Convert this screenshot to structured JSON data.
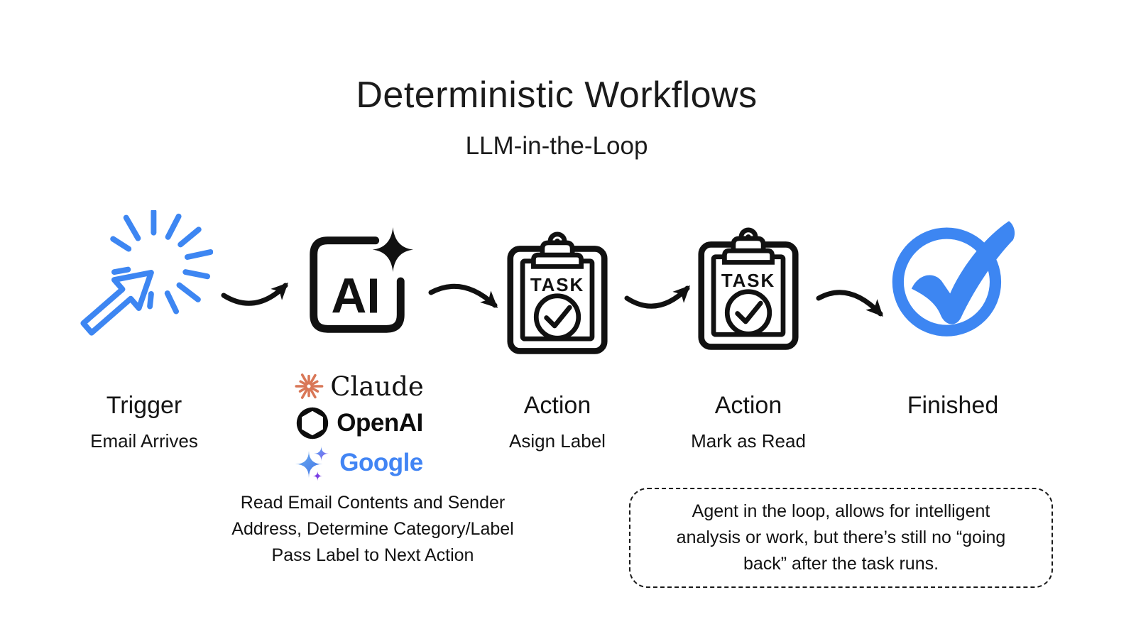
{
  "title": "Deterministic Workflows",
  "subtitle": "LLM-in-the-Loop",
  "steps": [
    {
      "label": "Trigger",
      "sublabel": "Email Arrives",
      "icon": "cursor-click-icon"
    },
    {
      "label": "AI",
      "sublabel": "",
      "icon": "ai-sparkle-icon"
    },
    {
      "label": "Action",
      "sublabel": "Asign Label",
      "icon": "task-clipboard-icon"
    },
    {
      "label": "Action",
      "sublabel": "Mark as Read",
      "icon": "task-clipboard-icon"
    },
    {
      "label": "Finished",
      "sublabel": "",
      "icon": "check-circle-icon"
    }
  ],
  "ai_icon_text": "AI",
  "task_label": "TASK",
  "providers": [
    {
      "name": "Claude",
      "icon": "claude-logo-icon"
    },
    {
      "name": "OpenAI",
      "icon": "openai-logo-icon"
    },
    {
      "name": "Google",
      "icon": "google-gemini-icon"
    }
  ],
  "ai_description": {
    "lines": [
      "Read Email Contents and Sender",
      "Address, Determine Category/Label",
      "Pass Label to Next Action"
    ]
  },
  "note": {
    "lines": [
      "Agent in the loop, allows for intelligent",
      "analysis or work, but there’s still no “going",
      "back” after the task runs."
    ]
  },
  "colors": {
    "accent_blue": "#3D86F2",
    "claude_orange": "#D97757",
    "google_blue": "#4285F4",
    "ink": "#111111"
  }
}
